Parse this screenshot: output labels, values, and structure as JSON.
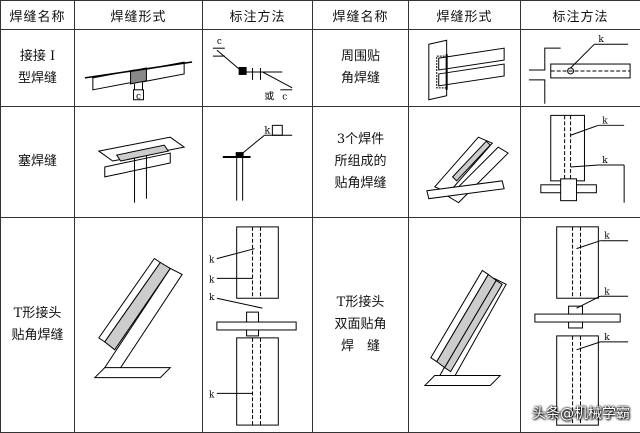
{
  "headers": [
    "焊缝名称",
    "焊缝形式",
    "标注方法",
    "焊缝名称",
    "焊缝形式",
    "标注方法"
  ],
  "rows": [
    {
      "left_name": [
        "接接 I",
        "型焊缝"
      ],
      "right_name": [
        "周围贴",
        "角焊缝"
      ]
    },
    {
      "left_name": [
        "塞焊缝"
      ],
      "right_name": [
        "3个焊件",
        "所组成的",
        "贴角焊缝"
      ]
    },
    {
      "left_name": [
        "T形接头",
        "贴角焊缝"
      ],
      "right_name": [
        "T形接头",
        "双面贴角",
        "焊　缝"
      ]
    }
  ],
  "marks": {
    "c": "c",
    "or": "或",
    "k": "k"
  },
  "watermark": "头条@机械学霸"
}
